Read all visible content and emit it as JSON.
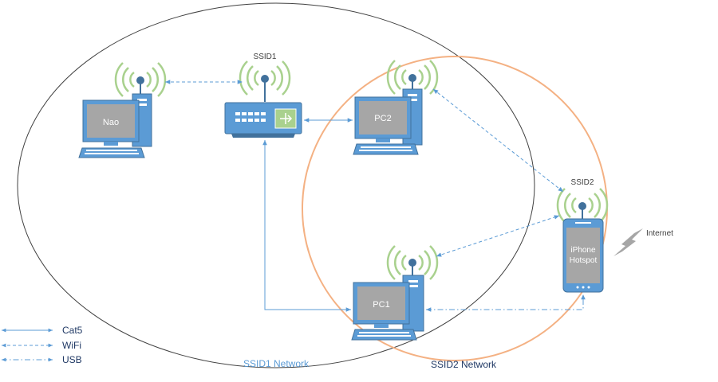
{
  "labels": {
    "ssid1": "SSID1",
    "ssid2": "SSID2",
    "internet": "Internet",
    "ssid1_network": "SSID1 Network",
    "ssid2_network": "SSID2 Network"
  },
  "devices": {
    "nao": "Nao",
    "pc2": "PC2",
    "pc1": "PC1",
    "phone_line1": "iPhone",
    "phone_line2": "Hotspot"
  },
  "legend": {
    "cat5": "Cat5",
    "wifi": "WiFi",
    "usb": "USB"
  },
  "colors": {
    "device_blue": "#5b9bd5",
    "device_dark": "#41719c",
    "screen_gray": "#a6a6a6",
    "wifi_green": "#a9d18e",
    "ssid1_circle": "#404040",
    "ssid2_circle": "#f4b183",
    "ssid1_text": "#5b9bd5",
    "ssid2_text": "#1f3864",
    "lightning": "#a6a6a6"
  }
}
